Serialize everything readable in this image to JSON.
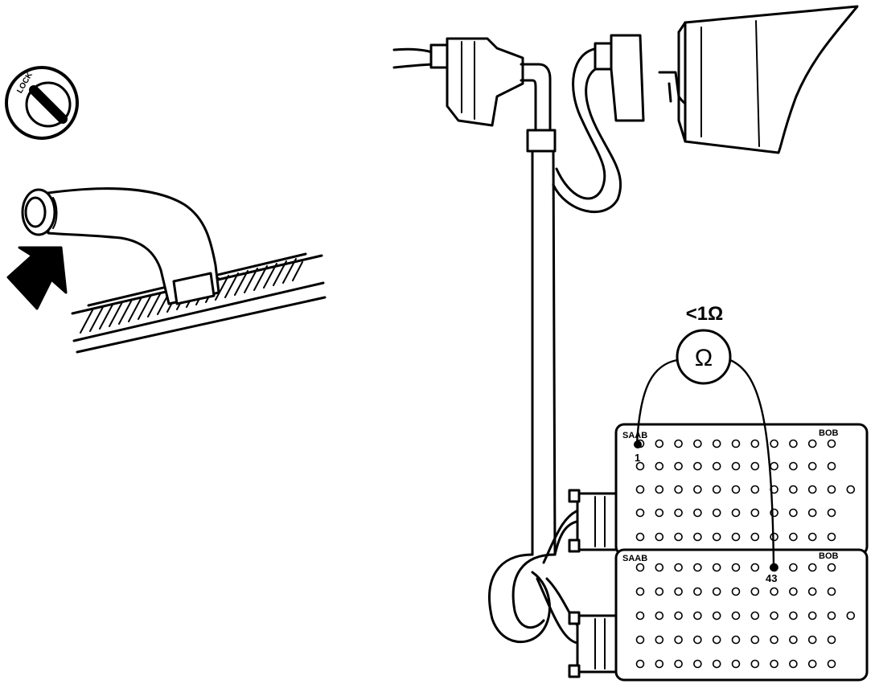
{
  "ignition": {
    "lock_label": "LOCK"
  },
  "meter": {
    "symbol": "Ω",
    "reading": "<1Ω"
  },
  "bob_upper": {
    "left_label": "SAAB",
    "right_label": "BOB",
    "pin_label": "1"
  },
  "bob_lower": {
    "left_label": "SAAB",
    "right_label": "BOB",
    "pin_label": "43"
  },
  "colors": {
    "line": "#000000",
    "background": "#ffffff"
  }
}
